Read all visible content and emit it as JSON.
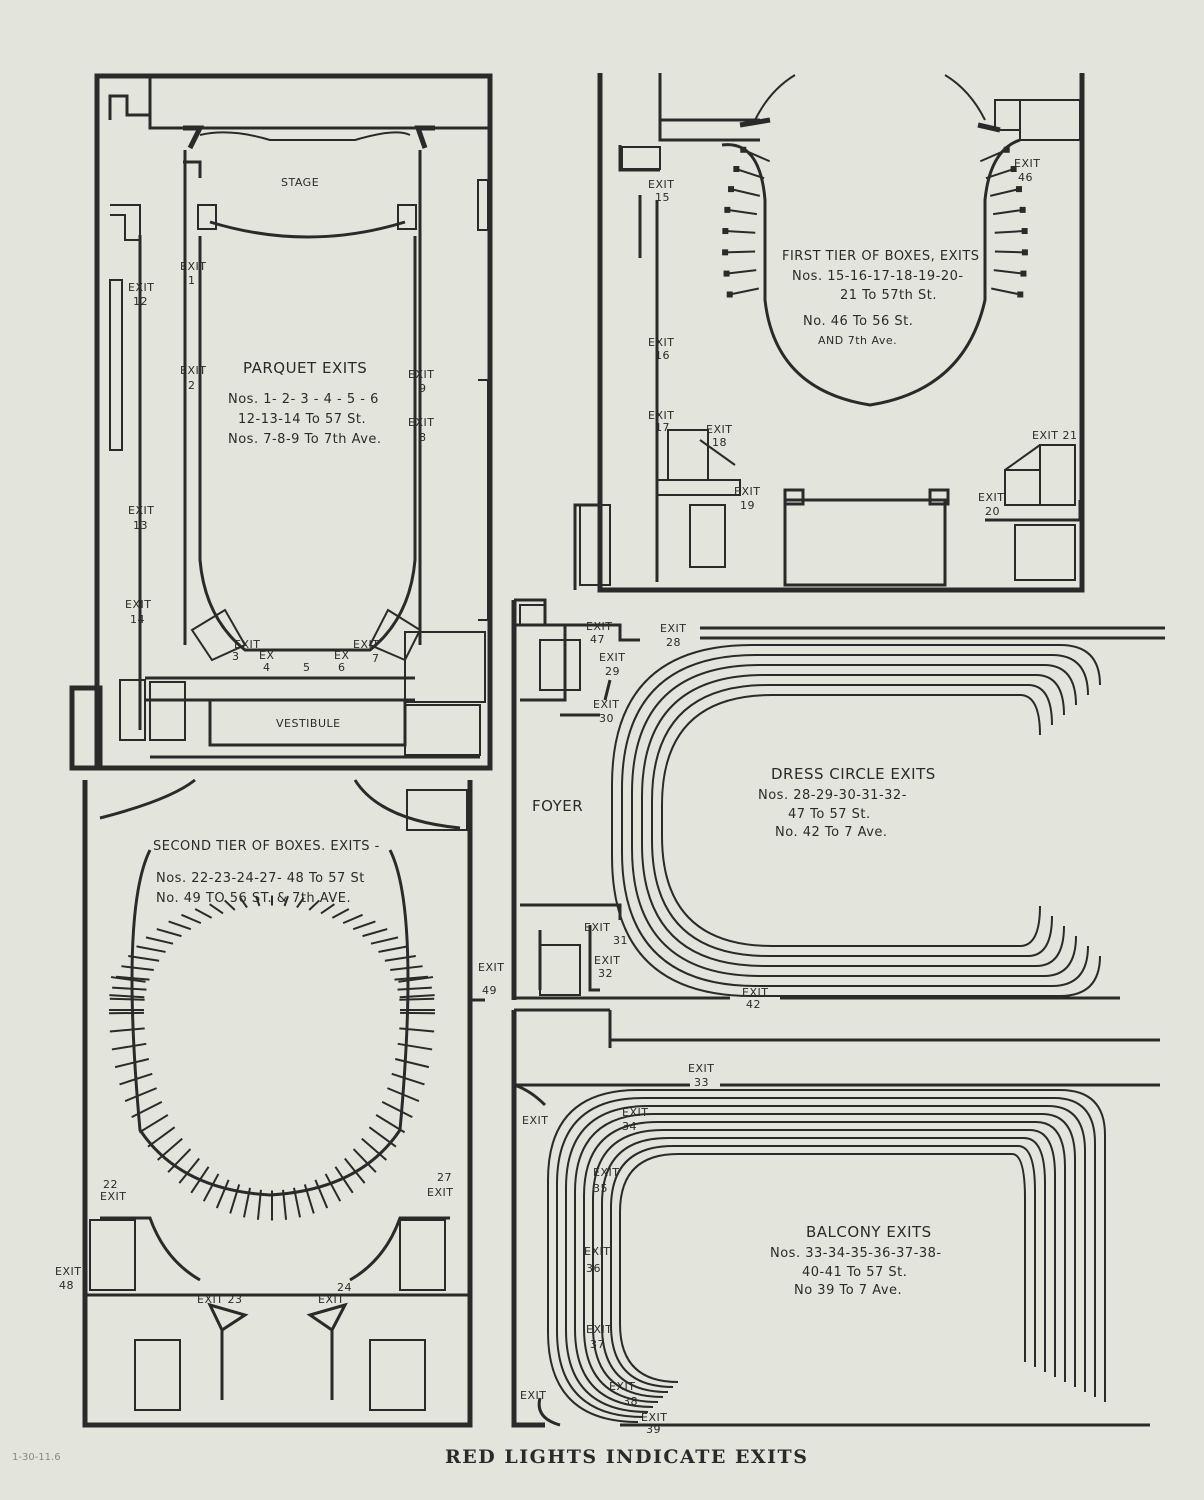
{
  "parquet": {
    "stage": "STAGE",
    "vestibule": "VESTIBULE",
    "title": "PARQUET EXITS",
    "line1": "Nos. 1- 2- 3 - 4 - 5 - 6",
    "line2": "12-13-14  To  57 St.",
    "line3": "Nos. 7-8-9  To  7th Ave."
  },
  "first_tier": {
    "line1": "FIRST TIER OF BOXES, EXITS",
    "line2": "Nos. 15-16-17-18-19-20-",
    "line3": "21  To 57th St.",
    "line4": "No.  46  To 56 St.",
    "line5": "AND  7th Ave."
  },
  "second_tier": {
    "line1": "SECOND TIER  OF  BOXES.  EXITS -",
    "line2": "Nos. 22-23-24-27- 48  To 57 St",
    "line3": "No.  49  TO 56 ST. & 7th AVE."
  },
  "dress_circle": {
    "foyer": "FOYER",
    "line1": "DRESS CIRCLE EXITS",
    "line2": "Nos. 28-29-30-31-32-",
    "line3": "47  To  57 St.",
    "line4": "No. 42  To  7 Ave."
  },
  "balcony": {
    "line1": "BALCONY EXITS",
    "line2": "Nos. 33-34-35-36-37-38-",
    "line3": "40-41  To 57 St.",
    "line4": "No 39  To 7 Ave."
  },
  "exit_word": "EXIT",
  "ex_word": "EX",
  "exit23": "EXIT 23",
  "exit21": "EXIT 21",
  "nums": {
    "e1": "1",
    "e2": "2",
    "e3": "3",
    "e4": "4",
    "e5": "5",
    "e6": "6",
    "e7": "7",
    "e8": "8",
    "e9": "9",
    "e12": "12",
    "e13": "13",
    "e14": "14",
    "e15": "15",
    "e16": "16",
    "e17": "17",
    "e18": "18",
    "e19": "19",
    "e20": "20",
    "e22": "22",
    "e24": "24",
    "e27": "27",
    "e28": "28",
    "e29": "29",
    "e30": "30",
    "e31": "31",
    "e32": "32",
    "e33": "33",
    "e34": "34",
    "e35": "35",
    "e36": "36",
    "e37": "37",
    "e38": "38",
    "e39": "39",
    "e42": "42",
    "e46": "46",
    "e47": "47",
    "e48": "48",
    "e49": "49"
  },
  "footer": "RED LIGHTS INDICATE EXITS",
  "margin_note": "1-30-11.6"
}
